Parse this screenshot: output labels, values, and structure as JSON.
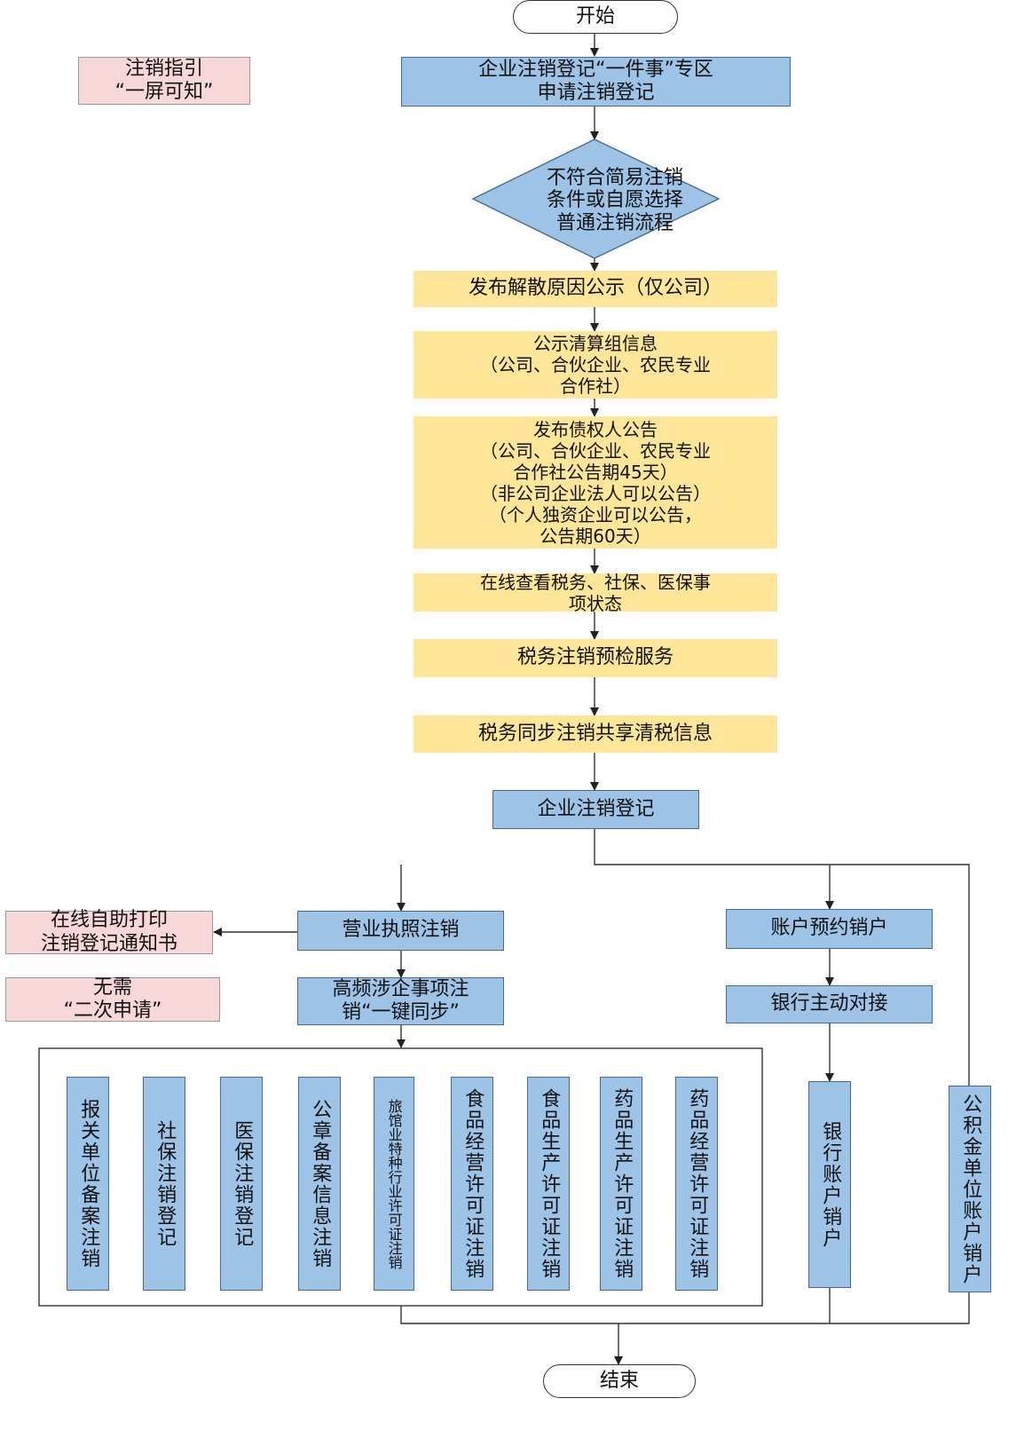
{
  "start": "开始",
  "end": "结束",
  "guide_note": "注销指引\n“一屏可知”",
  "apply_zone": "企业注销登记“一件事”专区\n申请注销登记",
  "decision": "不符合简易注销\n条件或自愿选择\n普通注销流程",
  "dissolution_notice": "发布解散原因公示（仅公司）",
  "liquidation_group": "公示清算组信息\n（公司、合伙企业、农民专业\n合作社）",
  "creditor_notice": "发布债权人公告\n（公司、合伙企业、农民专业\n合作社公告期45天）\n（非公司企业法人可以公告）\n（个人独资企业可以公告，\n公告期60天）",
  "online_status": "在线查看税务、社保、医保事\n项状态",
  "tax_precheck": "税务注销预检服务",
  "tax_sync": "税务同步注销共享清税信息",
  "enterprise_dereg": "企业注销登记",
  "license_cancel": "营业执照注销",
  "print_notice": "在线自助打印\n注销登记通知书",
  "no_second_apply": "无需\n“二次申请”",
  "one_key_sync": "高频涉企事项注\n销“一键同步”",
  "account_booking": "账户预约销户",
  "bank_contact": "银行主动对接",
  "bank_close": "银行账户销户",
  "fund_close": "公积金单位账户销户",
  "sync_items": [
    "报关单位备案注销",
    "社保注销登记",
    "医保注销登记",
    "公章备案信息注销",
    "旅馆业特种行业许可证注销",
    "食品经营许可证注销",
    "食品生产许可证注销",
    "药品生产许可证注销",
    "药品经营许可证注销"
  ],
  "colors": {
    "blue_box": "#9dc3e6",
    "yellow_box": "#ffe699",
    "pink_box": "#f8d7d8",
    "line": "#333333"
  }
}
